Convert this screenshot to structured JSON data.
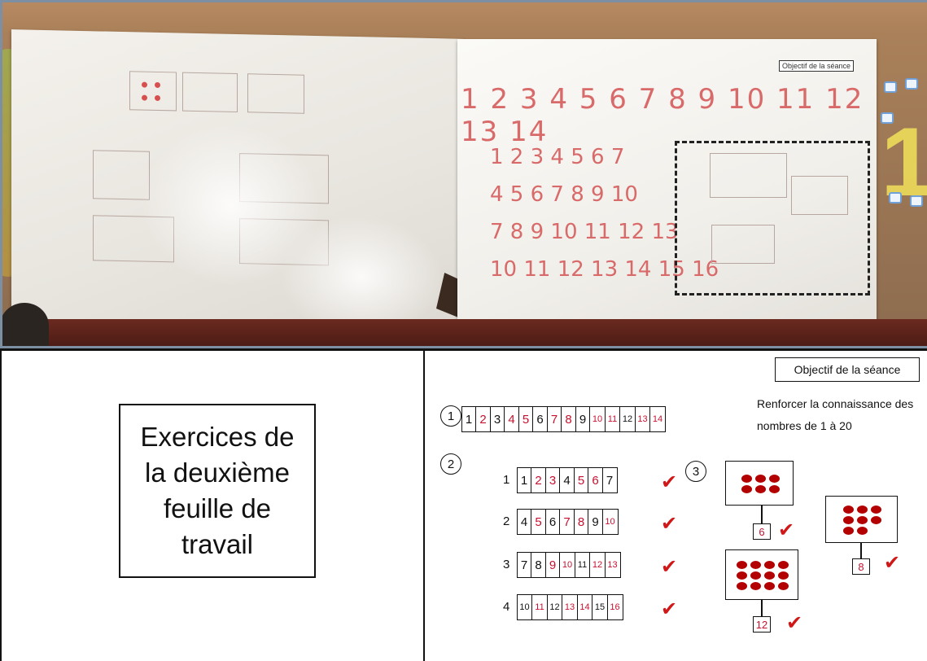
{
  "photo": {
    "board_label": "Objectif de la séance"
  },
  "title_lines": [
    "Exercices de",
    "la deuxième",
    "feuille de",
    "travail"
  ],
  "objective": {
    "title": "Objectif de la séance",
    "text": "Renforcer la connaissance des nombres  de 1 à 20"
  },
  "exercise1": {
    "number": "1",
    "cells": [
      {
        "v": "1",
        "red": false
      },
      {
        "v": "2",
        "red": true
      },
      {
        "v": "3",
        "red": false
      },
      {
        "v": "4",
        "red": true
      },
      {
        "v": "5",
        "red": true
      },
      {
        "v": "6",
        "red": false
      },
      {
        "v": "7",
        "red": true
      },
      {
        "v": "8",
        "red": true
      },
      {
        "v": "9",
        "red": false
      },
      {
        "v": "10",
        "red": true
      },
      {
        "v": "11",
        "red": true
      },
      {
        "v": "12",
        "red": false
      },
      {
        "v": "13",
        "red": true
      },
      {
        "v": "14",
        "red": true
      }
    ]
  },
  "exercise2": {
    "number": "2",
    "check": "✔",
    "rows": [
      {
        "label": "1",
        "cells": [
          {
            "v": "1",
            "red": false
          },
          {
            "v": "2",
            "red": true
          },
          {
            "v": "3",
            "red": true
          },
          {
            "v": "4",
            "red": false
          },
          {
            "v": "5",
            "red": true
          },
          {
            "v": "6",
            "red": true
          },
          {
            "v": "7",
            "red": false
          }
        ]
      },
      {
        "label": "2",
        "cells": [
          {
            "v": "4",
            "red": false
          },
          {
            "v": "5",
            "red": true
          },
          {
            "v": "6",
            "red": false
          },
          {
            "v": "7",
            "red": true
          },
          {
            "v": "8",
            "red": true
          },
          {
            "v": "9",
            "red": false
          },
          {
            "v": "10",
            "red": true
          }
        ]
      },
      {
        "label": "3",
        "cells": [
          {
            "v": "7",
            "red": false
          },
          {
            "v": "8",
            "red": false
          },
          {
            "v": "9",
            "red": true
          },
          {
            "v": "10",
            "red": true
          },
          {
            "v": "11",
            "red": false
          },
          {
            "v": "12",
            "red": true
          },
          {
            "v": "13",
            "red": true
          }
        ]
      },
      {
        "label": "4",
        "cells": [
          {
            "v": "10",
            "red": false
          },
          {
            "v": "11",
            "red": true
          },
          {
            "v": "12",
            "red": false
          },
          {
            "v": "13",
            "red": true
          },
          {
            "v": "14",
            "red": true
          },
          {
            "v": "15",
            "red": false
          },
          {
            "v": "16",
            "red": true
          }
        ]
      }
    ]
  },
  "exercise3": {
    "number": "3",
    "check": "✔",
    "groups": [
      {
        "dots": 6,
        "answer": "6"
      },
      {
        "dots": 12,
        "answer": "12"
      },
      {
        "dots": 8,
        "answer": "8"
      }
    ]
  },
  "colors": {
    "red_number": "#c8102e",
    "dot": "#b30000",
    "check": "#d01818"
  }
}
